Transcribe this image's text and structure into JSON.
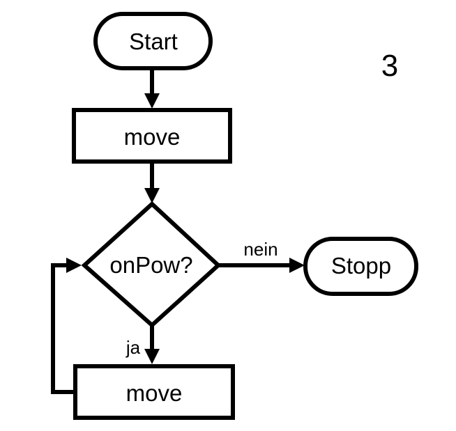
{
  "page": {
    "number": "3",
    "background_color": "#ffffff"
  },
  "flowchart": {
    "stroke_color": "#000000",
    "text_color": "#000000",
    "nodes": {
      "start": {
        "type": "terminator",
        "label": "Start"
      },
      "move1": {
        "type": "process",
        "label": "move"
      },
      "decision": {
        "type": "decision",
        "label": "onPow?"
      },
      "stopp": {
        "type": "terminator",
        "label": "Stopp"
      },
      "move2": {
        "type": "process",
        "label": "move"
      }
    },
    "edges": {
      "start_to_move1": {
        "from": "start",
        "to": "move1",
        "label": ""
      },
      "move1_to_decision": {
        "from": "move1",
        "to": "decision",
        "label": ""
      },
      "decision_to_stopp": {
        "from": "decision",
        "to": "stopp",
        "label": "nein"
      },
      "decision_to_move2": {
        "from": "decision",
        "to": "move2",
        "label": "ja"
      },
      "move2_to_decision_loop": {
        "from": "move2",
        "to": "decision",
        "label": ""
      }
    }
  }
}
